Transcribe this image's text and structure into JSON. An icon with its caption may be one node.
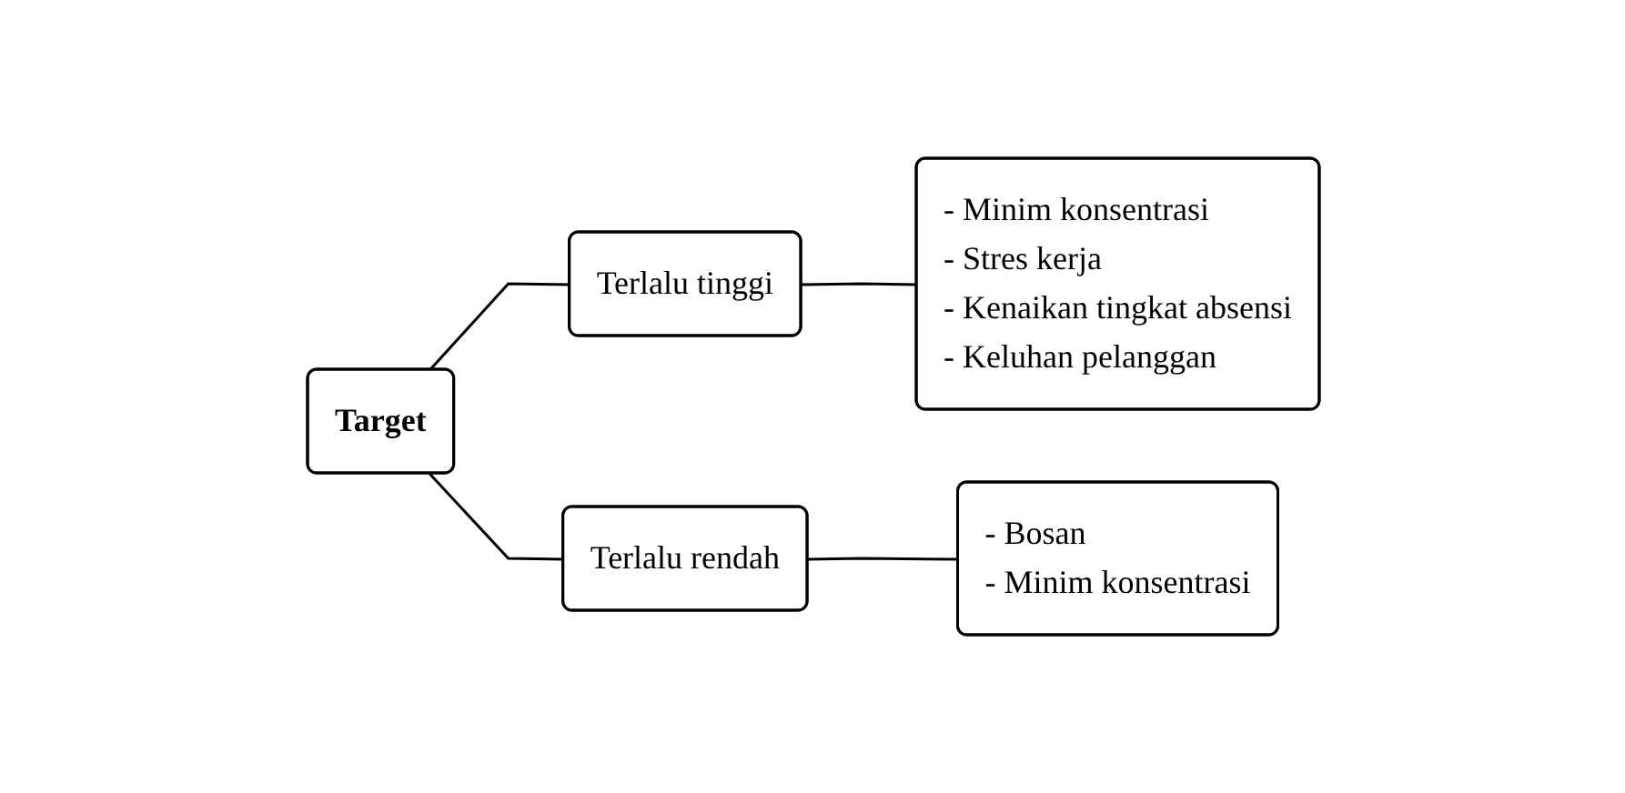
{
  "diagram": {
    "nodes": [
      {
        "text": [
          "Target"
        ]
      },
      {
        "text": [
          "Terlalu tinggi"
        ]
      },
      {
        "text": [
          "Terlalu rendah"
        ]
      },
      {
        "text": [
          "- Minim konsentrasi",
          "- Stres kerja",
          "- Kenaikan tingkat absensi",
          "- Keluhan pelanggan"
        ]
      },
      {
        "text": [
          "- Bosan",
          "- Minim konsentrasi"
        ]
      }
    ],
    "edges": [
      {
        "from": 0,
        "to": 1,
        "arrow": "none"
      },
      {
        "from": 0,
        "to": 2,
        "arrow": "none"
      },
      {
        "from": 1,
        "to": 3,
        "arrow": "none"
      },
      {
        "from": 2,
        "to": 4,
        "arrow": "none"
      }
    ]
  }
}
